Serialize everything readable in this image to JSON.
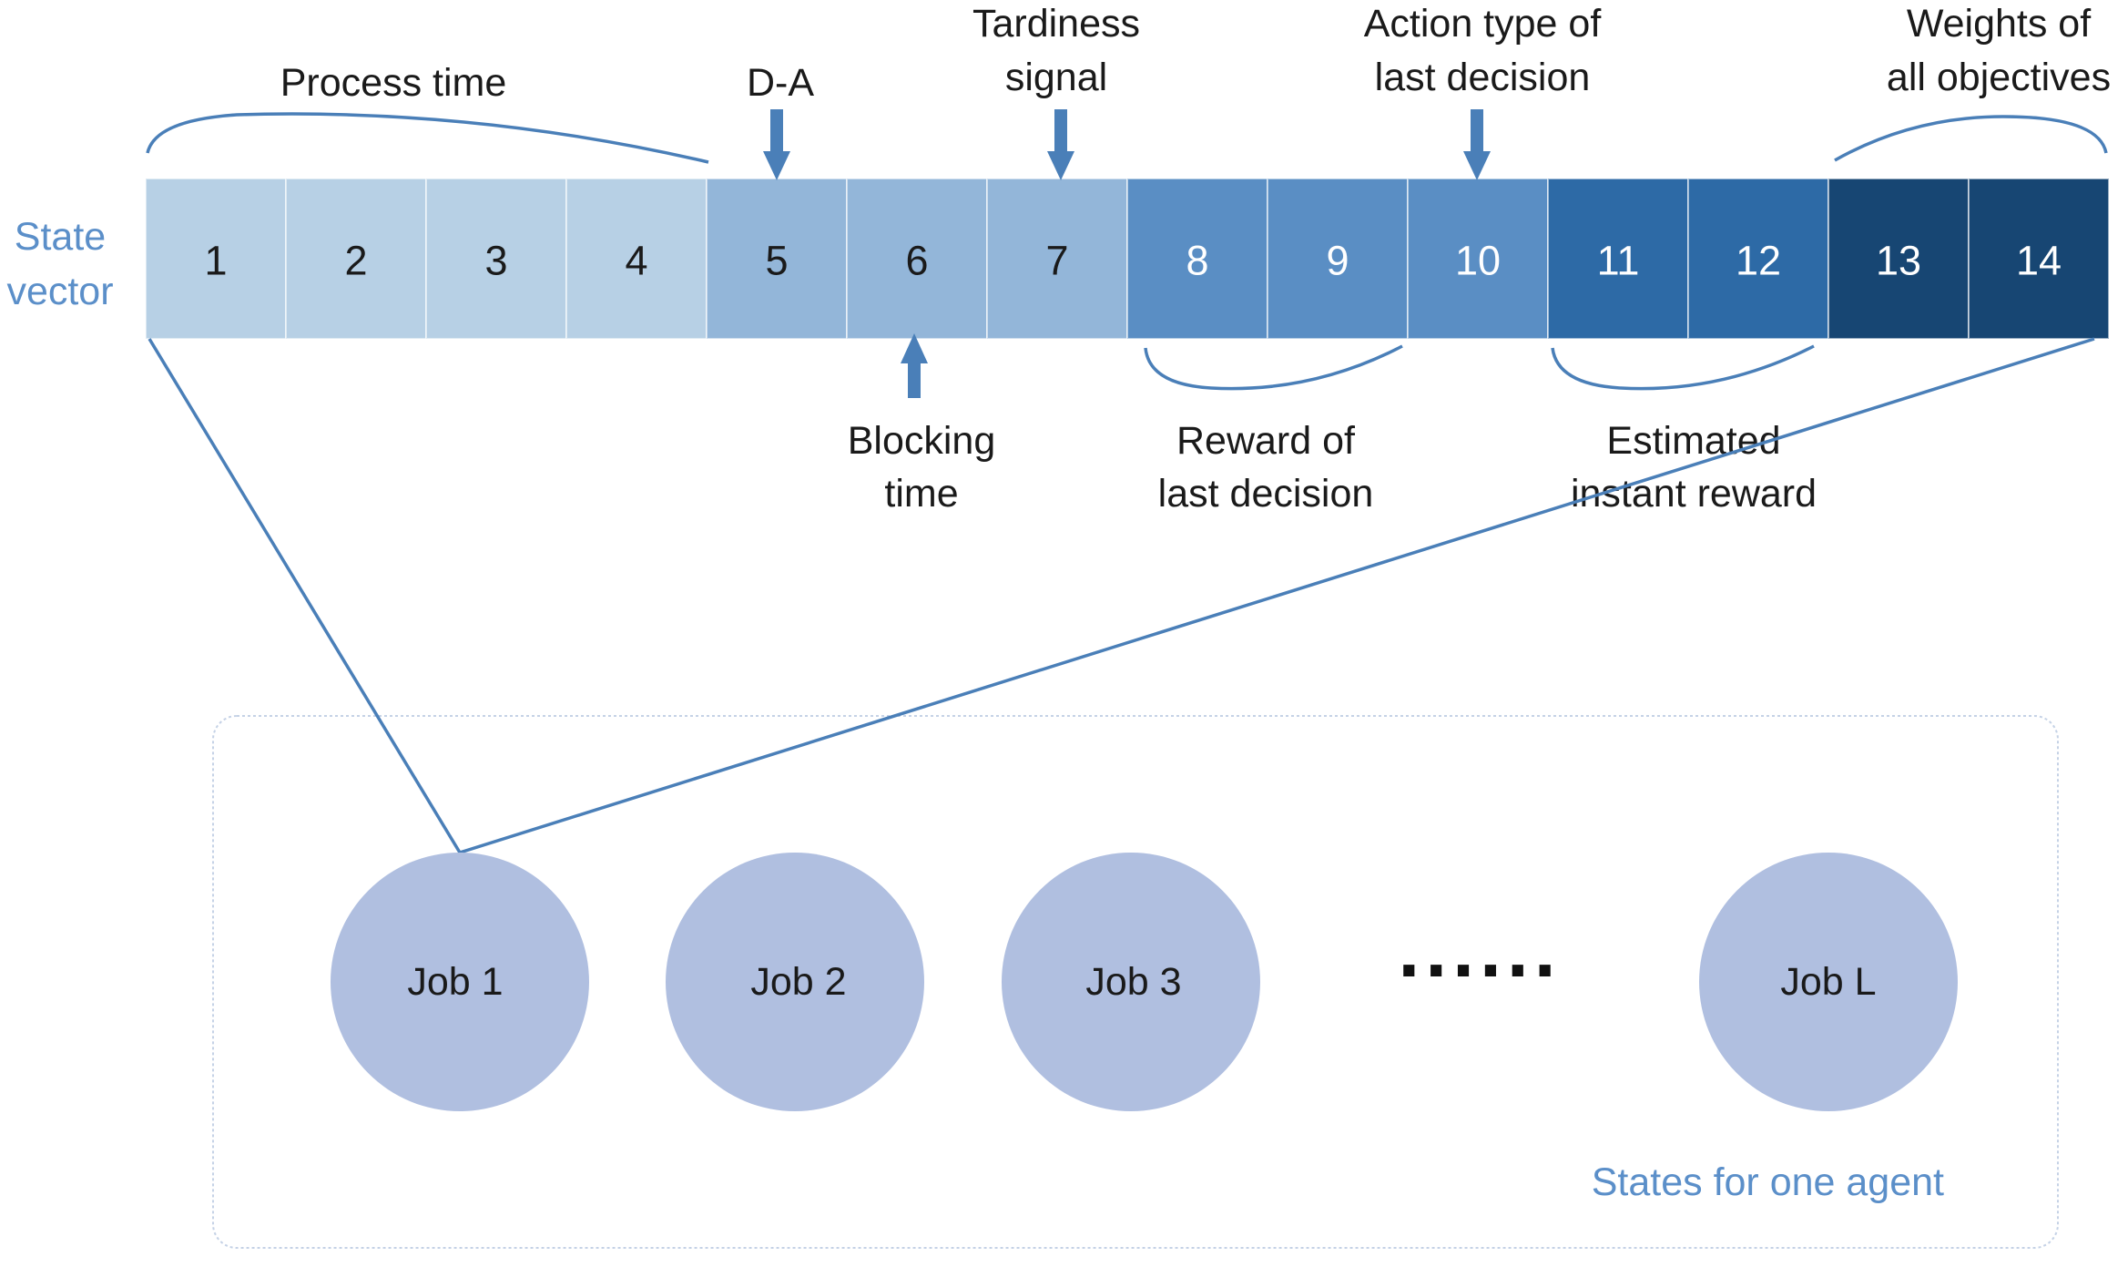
{
  "state_label": {
    "line1": "State",
    "line2": "vector"
  },
  "cells": [
    {
      "label": "1",
      "fill": "#b7d0e5",
      "text_color": "#1a1a1a"
    },
    {
      "label": "2",
      "fill": "#b7d0e5",
      "text_color": "#1a1a1a"
    },
    {
      "label": "3",
      "fill": "#b7d0e5",
      "text_color": "#1a1a1a"
    },
    {
      "label": "4",
      "fill": "#b7d0e5",
      "text_color": "#1a1a1a"
    },
    {
      "label": "5",
      "fill": "#93b6d9",
      "text_color": "#1a1a1a"
    },
    {
      "label": "6",
      "fill": "#93b6d9",
      "text_color": "#1a1a1a"
    },
    {
      "label": "7",
      "fill": "#93b6d9",
      "text_color": "#1a1a1a"
    },
    {
      "label": "8",
      "fill": "#5a8ec4",
      "text_color": "#ffffff"
    },
    {
      "label": "9",
      "fill": "#5a8ec4",
      "text_color": "#ffffff"
    },
    {
      "label": "10",
      "fill": "#5a8ec4",
      "text_color": "#ffffff"
    },
    {
      "label": "11",
      "fill": "#2d6aa6",
      "text_color": "#ffffff"
    },
    {
      "label": "12",
      "fill": "#2d6aa6",
      "text_color": "#ffffff"
    },
    {
      "label": "13",
      "fill": "#174673",
      "text_color": "#ffffff"
    },
    {
      "label": "14",
      "fill": "#174673",
      "text_color": "#ffffff"
    }
  ],
  "annotations": {
    "process_time": "Process time",
    "d_a": "D-A",
    "tardiness": {
      "line1": "Tardiness",
      "line2": "signal"
    },
    "action_type": {
      "line1": "Action type of",
      "line2": "last decision"
    },
    "weights": {
      "line1": "Weights of",
      "line2": "all objectives"
    },
    "blocking": {
      "line1": "Blocking",
      "line2": "time"
    },
    "reward_last": {
      "line1": "Reward of",
      "line2": "last decision"
    },
    "estimated": {
      "line1": "Estimated",
      "line2": "instant reward"
    }
  },
  "jobs": [
    {
      "label": "Job 1"
    },
    {
      "label": "Job 2"
    },
    {
      "label": "Job 3"
    },
    {
      "label": "Job L"
    }
  ],
  "ellipsis": "......",
  "group_caption": "States for one agent",
  "colors": {
    "accent": "#5b8fc9",
    "arrow": "#4a7fb8",
    "job_fill": "#b0bfe0",
    "box_border": "#c5d2e6"
  }
}
